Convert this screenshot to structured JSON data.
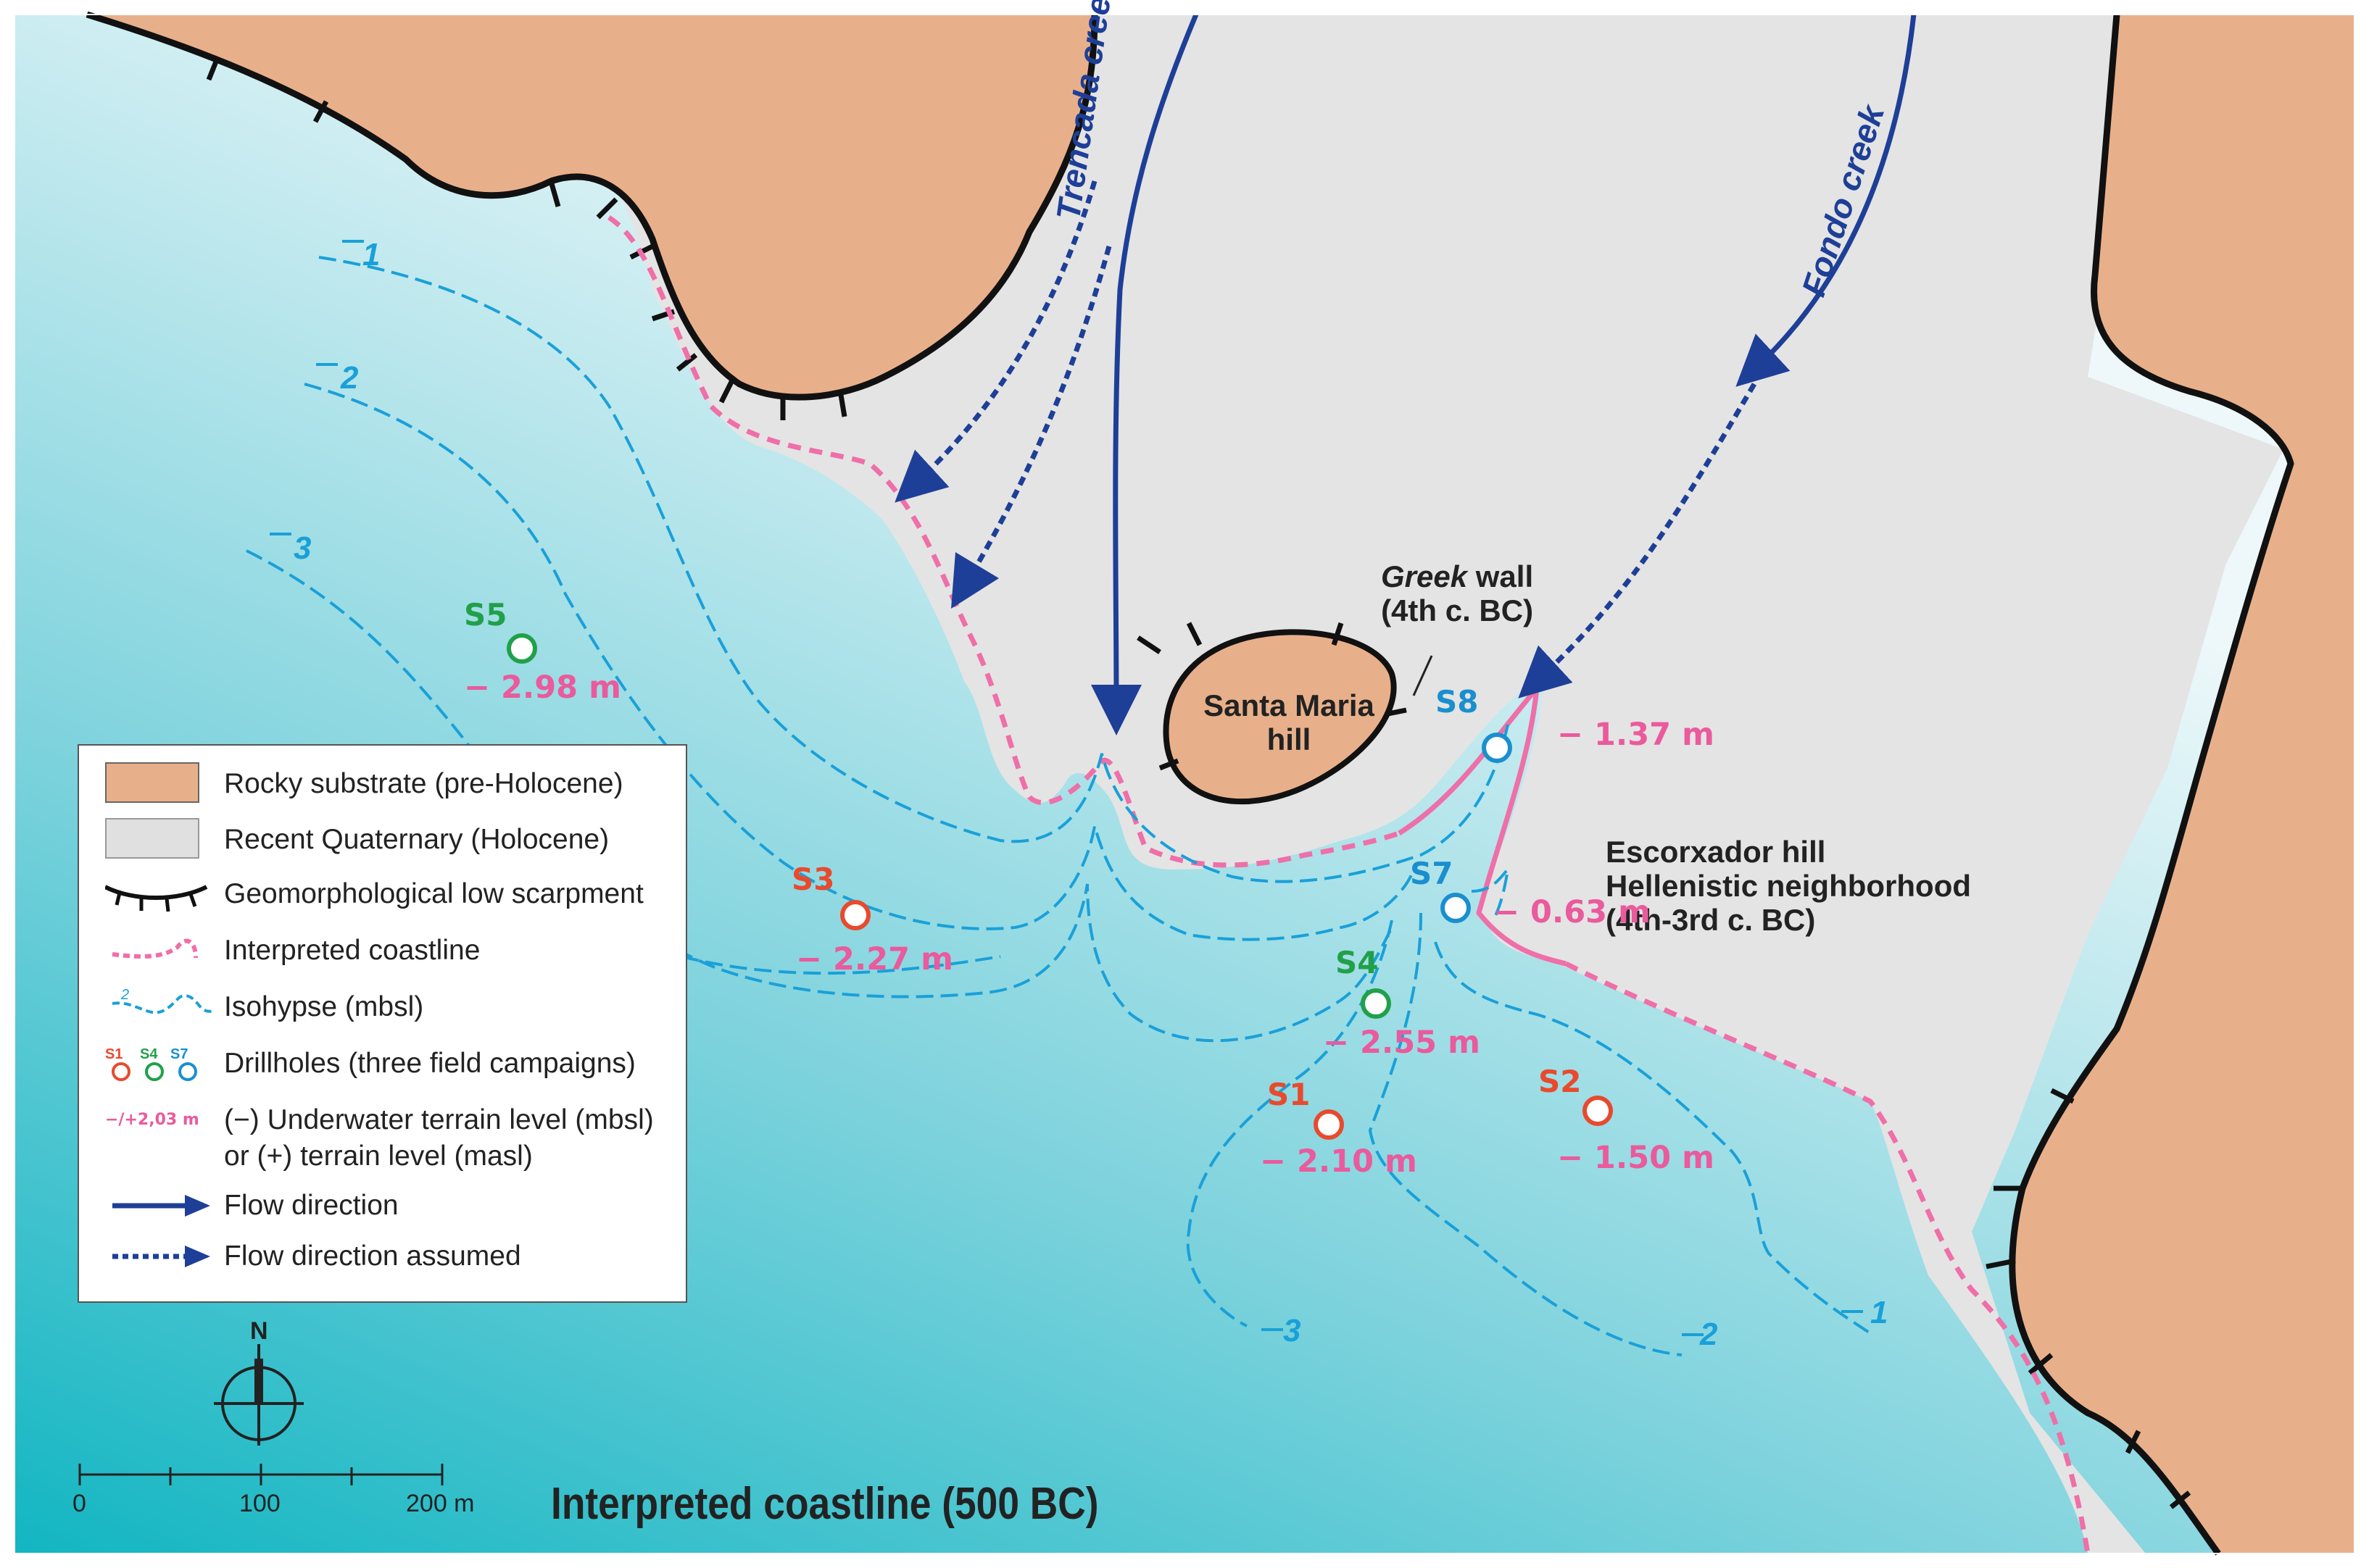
{
  "map": {
    "title": "Interpreted coastline (500 BC)",
    "colors": {
      "rock": "#e8b08a",
      "quaternary": "#e3e3e3",
      "sea_dark": "#1bb7c4",
      "sea_light": "#eaf6f9",
      "coastline": "#ef6fa8",
      "isohypse": "#1aa0d8",
      "flow": "#1e3f97",
      "scarp": "#111111"
    },
    "creeks": [
      {
        "name": "Trencada creek"
      },
      {
        "name": "Fondo creek"
      }
    ],
    "places": {
      "hill": "Santa Maria hill",
      "greek_wall_italic": "Greek",
      "greek_wall_rest": " wall",
      "greek_wall_date": "(4th c. BC)",
      "escorxador_1": "Escorxador hill",
      "escorxador_2": "Hellenistic neighborhood",
      "escorxador_3": "(4th-3rd c. BC)"
    },
    "isohypses": {
      "one": "1",
      "two": "2",
      "three": "3"
    },
    "drillholes": [
      {
        "id": "S5",
        "level": "− 2.98 m",
        "color": "#21a04a"
      },
      {
        "id": "S3",
        "level": "− 2.27 m",
        "color": "#e84a2e"
      },
      {
        "id": "S4",
        "level": "− 2.55 m",
        "color": "#21a04a"
      },
      {
        "id": "S1",
        "level": "− 2.10 m",
        "color": "#e84a2e"
      },
      {
        "id": "S2",
        "level": "− 1.50 m",
        "color": "#e84a2e"
      },
      {
        "id": "S7",
        "level": "− 0.63 m",
        "color": "#1a8fcf"
      },
      {
        "id": "S8",
        "level": "− 1.37 m",
        "color": "#1a8fcf"
      }
    ]
  },
  "legend": {
    "items": [
      {
        "label": "Rocky substrate (pre-Holocene)"
      },
      {
        "label": "Recent Quaternary (Holocene)"
      },
      {
        "label": "Geomorphological low scarpment"
      },
      {
        "label": "Interpreted coastline"
      },
      {
        "label": "Isohypse (mbsl)"
      },
      {
        "label": "Drillholes (three field campaigns)"
      },
      {
        "label": "(−) Underwater terrain level (mbsl)"
      },
      {
        "label": "or (+) terrain level (masl)"
      },
      {
        "label": "Flow direction"
      },
      {
        "label": "Flow direction assumed"
      }
    ],
    "isohypse_sample": "2",
    "drill_sample": [
      "S1",
      "S4",
      "S7"
    ],
    "level_sample": "−/+2,03 m"
  },
  "scale": {
    "north": "N",
    "ticks": [
      "0",
      "100",
      "200 m"
    ]
  }
}
